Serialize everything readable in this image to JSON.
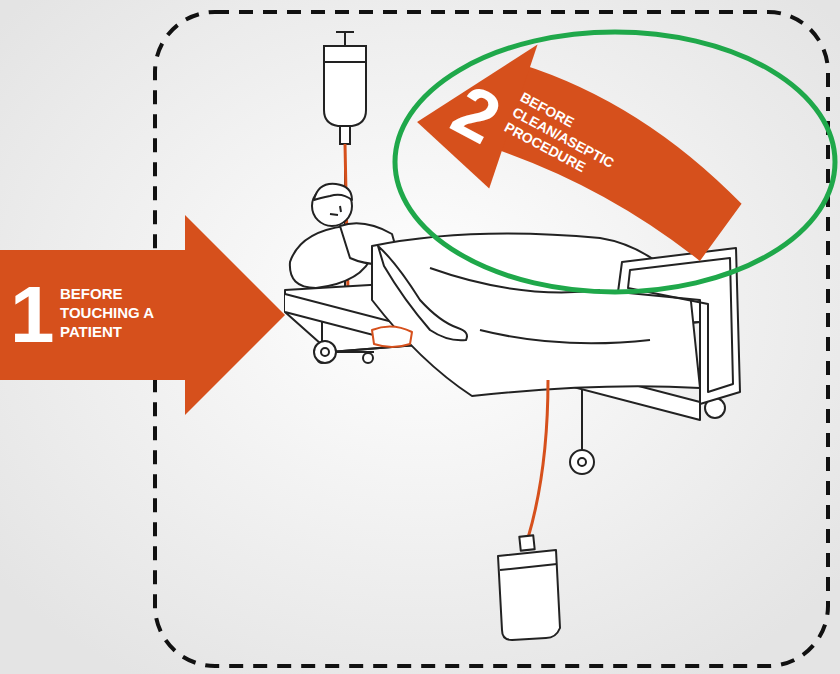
{
  "diagram": {
    "nodes": [
      {
        "text": [
          "1",
          "BEFORE TOUCHING A PATIENT"
        ]
      },
      {
        "text": [
          "2",
          "BEFORE CLEAN/ASEPTIC PROCEDURE"
        ]
      }
    ]
  }
}
